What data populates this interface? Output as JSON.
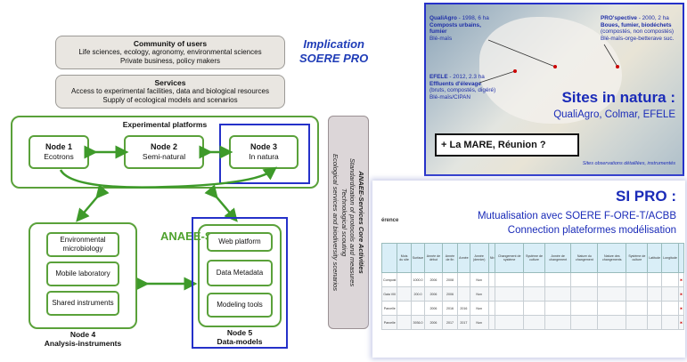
{
  "community": {
    "title": "Community of users",
    "line1": "Life sciences, ecology, agronomy, environmental sciences",
    "line2": "Private business, policy makers"
  },
  "services": {
    "title": "Services",
    "line1": "Access to experimental facilities, data and biological resources",
    "line2": "Supply of ecological models and scenarios"
  },
  "implication": {
    "line1": "Implication",
    "line2": "SOERE PRO"
  },
  "experimental_platforms": "Experimental platforms",
  "nodes": [
    {
      "name": "Node 1",
      "sub": "Ecotrons"
    },
    {
      "name": "Node 2",
      "sub": "Semi-natural"
    },
    {
      "name": "Node 3",
      "sub": "In natura"
    }
  ],
  "core_activities": {
    "title": "ANAEE-Services Core Activities",
    "lines": [
      "Standardization of protocols and measures",
      "Technological scouting",
      "Ecological services and biodiversity scenarios"
    ]
  },
  "anaee_label": "ANAEE-S",
  "node4": {
    "items": [
      "Environmental microbiology",
      "Mobile laboratory",
      "Shared instruments"
    ],
    "name": "Node 4",
    "sub": "Analysis-instruments"
  },
  "node5": {
    "items": [
      "Web platform",
      "Data Metadata",
      "Modeling tools"
    ],
    "name": "Node 5",
    "sub": "Data-models"
  },
  "sites_panel": {
    "callouts": [
      {
        "title": "QualiAgro",
        "rest": " - 1998, 6 ha",
        "l2": "Composts urbains,",
        "l3": "fumier",
        "l4": "Blé-maïs"
      },
      {
        "title": "PRO'spective",
        "rest": " - 2000, 2 ha",
        "l2": "Boues, fumier, biodéchets",
        "l3": "(compostés, non compostés)",
        "l4": "Blé-maïs-orge-betterave suc."
      },
      {
        "title": "EFELE",
        "rest": " - 2012, 2.3 ha",
        "l2": "Effluents d'élevage",
        "l3": "(bruts, compostés, digéré)",
        "l4": "Blé-maïs/CIPAN"
      }
    ],
    "title": "Sites in natura :",
    "subtitle": "QualiAgro, Colmar, EFELE",
    "mare": "+ La MARE, Réunion ?",
    "note": "Sites observations détaillées, instrumentés"
  },
  "si_panel": {
    "title": "SI PRO :",
    "line1": "Mutualisation avec SOERE F-ORE-T/ACBB",
    "line2": "Connection plateformes modélisation",
    "side_label": "érence",
    "table_headers": [
      "",
      "Mois du site",
      "Surface",
      "Année de début",
      "Année de fin",
      "Année",
      "Année (dernier)",
      "Nb",
      "Changement de système",
      "Système de culture",
      "Année de changement",
      "Nature du changement",
      "Nature des changements",
      "Système de culture",
      "Latitude",
      "Longitude",
      ""
    ],
    "table_rows": [
      [
        "Compost",
        "",
        "1000.0",
        "2006",
        "2008",
        "",
        "Non",
        "",
        "",
        "",
        "",
        "",
        "",
        "",
        "",
        "",
        "✖"
      ],
      [
        "Gaia VIII",
        "",
        "200.0",
        "2006",
        "2006",
        "",
        "Non",
        "",
        "",
        "",
        "",
        "",
        "",
        "",
        "",
        "",
        "✖"
      ],
      [
        "Parcelle",
        "",
        "",
        "2006",
        "2016",
        "2016",
        "Non",
        "",
        "",
        "",
        "",
        "",
        "",
        "",
        "",
        "",
        "✖"
      ],
      [
        "Parcelle",
        "",
        "3936.0",
        "2006",
        "2017",
        "2017",
        "Non",
        "",
        "",
        "",
        "",
        "",
        "",
        "",
        "",
        "",
        "✖"
      ]
    ]
  }
}
